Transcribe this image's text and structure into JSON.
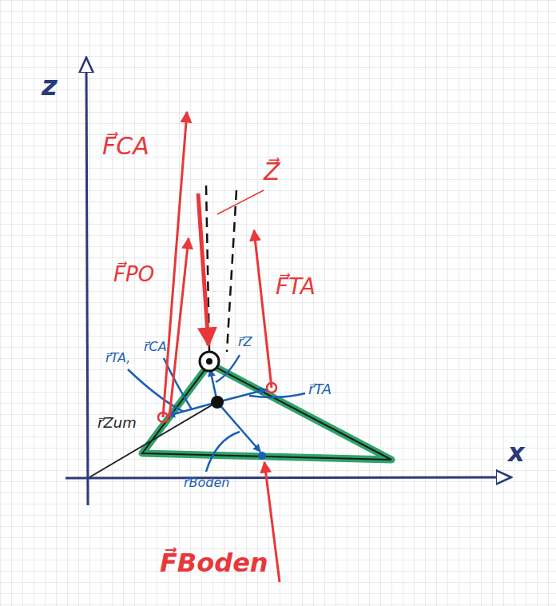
{
  "diagram": {
    "labels": [
      "z",
      "x",
      "F⃗CA",
      "F⃗PO",
      "Z⃗",
      "F⃗TA",
      "F⃗Boden",
      "r⃗TA,",
      "r⃗CA",
      "r⃗Z",
      "r⃗TA",
      "r⃗Boden",
      "r⃗Zum"
    ]
  }
}
